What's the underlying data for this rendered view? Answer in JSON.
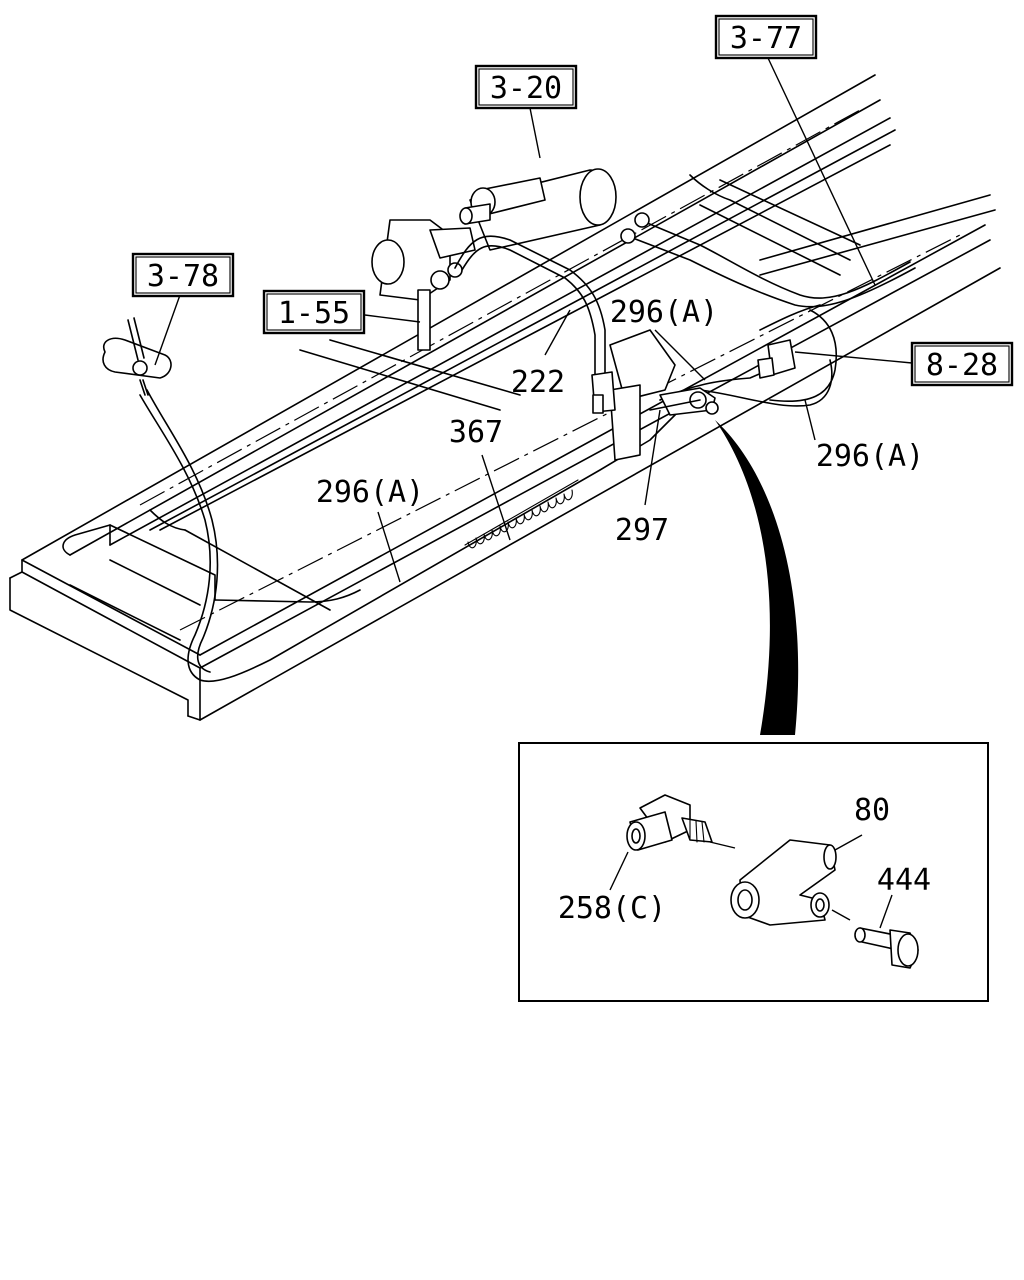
{
  "references": [
    {
      "id": "ref-3-77",
      "text": "3-77"
    },
    {
      "id": "ref-3-20",
      "text": "3-20"
    },
    {
      "id": "ref-3-78",
      "text": "3-78"
    },
    {
      "id": "ref-1-55",
      "text": "1-55"
    },
    {
      "id": "ref-8-28",
      "text": "8-28"
    }
  ],
  "parts": {
    "p296a_top": "296(A)",
    "p222": "222",
    "p367": "367",
    "p296a_left": "296(A)",
    "p296a_right": "296(A)",
    "p297": "297",
    "p80": "80",
    "p444": "444",
    "p258c": "258(C)"
  }
}
